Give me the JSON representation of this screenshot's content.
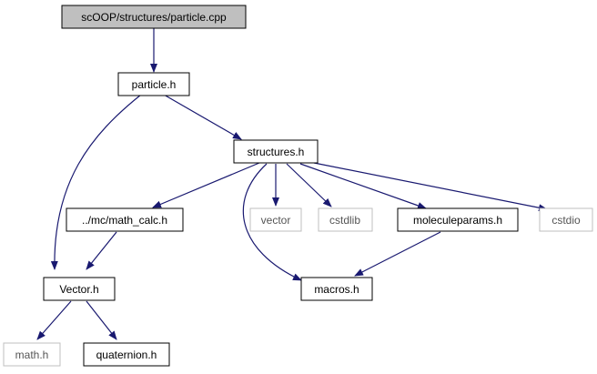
{
  "colors": {
    "edge": "#191970",
    "border_dark": "#000000",
    "border_light": "#bfbfbf",
    "fill_root": "#bfbfbf",
    "fill_default": "#ffffff",
    "text_dark": "#000000",
    "text_light": "#555555"
  },
  "nodes": {
    "particle_cpp": {
      "label": "scOOP/structures/particle.cpp"
    },
    "particle_h": {
      "label": "particle.h"
    },
    "structures_h": {
      "label": "structures.h"
    },
    "math_calc_h": {
      "label": "../mc/math_calc.h"
    },
    "vector_lib": {
      "label": "vector"
    },
    "cstdlib": {
      "label": "cstdlib"
    },
    "moleculeparams_h": {
      "label": "moleculeparams.h"
    },
    "cstdio": {
      "label": "cstdio"
    },
    "vector_h": {
      "label": "Vector.h"
    },
    "macros_h": {
      "label": "macros.h"
    },
    "math_h": {
      "label": "math.h"
    },
    "quaternion_h": {
      "label": "quaternion.h"
    }
  }
}
